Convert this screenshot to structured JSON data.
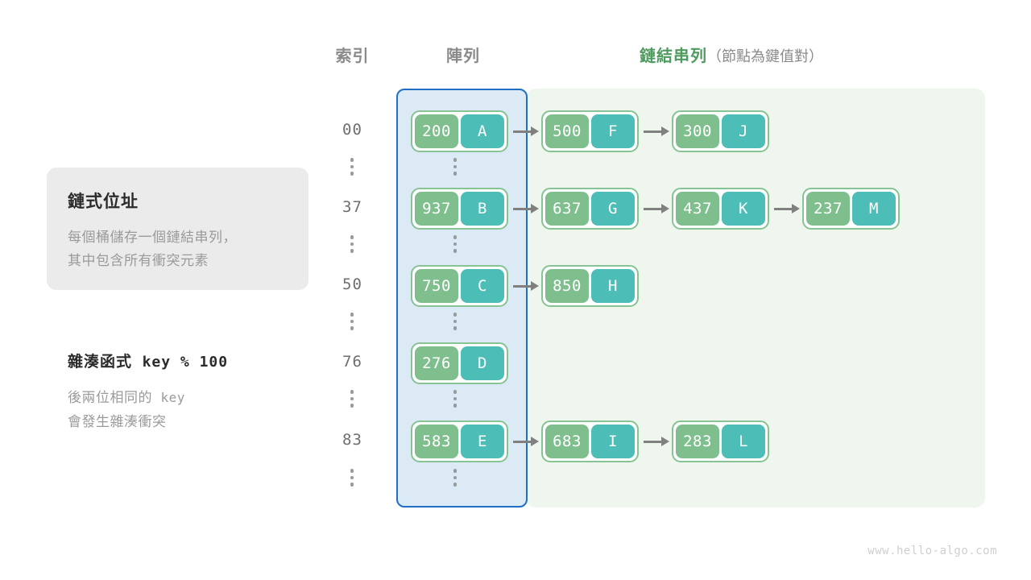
{
  "headers": {
    "index": "索引",
    "array": "陣列",
    "linked_list_main": "鏈結串列",
    "linked_list_sub": "（節點為鍵值對）"
  },
  "info_card": {
    "title": "鏈式位址",
    "line1": "每個桶儲存一個鏈結串列，",
    "line2": "其中包含所有衝突元素"
  },
  "hash_block": {
    "title_text": "雜湊函式",
    "title_code": "key % 100",
    "line1_text": "後兩位相同的",
    "line1_code": "key",
    "line2": "會發生雜湊衝突"
  },
  "colors": {
    "node_key_fill": "#7fbf8d",
    "node_value_fill": "#4cbdb7",
    "node_border": "#87c394",
    "array_panel_bg": "#dceaf6",
    "array_panel_border": "#1f6fc4",
    "list_panel_bg": "#eef6ee",
    "arrow": "#808080",
    "accent_green_text": "#4e9a5f",
    "muted_text": "#8a8a8a"
  },
  "buckets": [
    {
      "index": "00",
      "nodes": [
        {
          "key": "200",
          "value": "A"
        },
        {
          "key": "500",
          "value": "F"
        },
        {
          "key": "300",
          "value": "J"
        }
      ]
    },
    {
      "index": "37",
      "nodes": [
        {
          "key": "937",
          "value": "B"
        },
        {
          "key": "637",
          "value": "G"
        },
        {
          "key": "437",
          "value": "K"
        },
        {
          "key": "237",
          "value": "M"
        }
      ]
    },
    {
      "index": "50",
      "nodes": [
        {
          "key": "750",
          "value": "C"
        },
        {
          "key": "850",
          "value": "H"
        }
      ]
    },
    {
      "index": "76",
      "nodes": [
        {
          "key": "276",
          "value": "D"
        }
      ]
    },
    {
      "index": "83",
      "nodes": [
        {
          "key": "583",
          "value": "E"
        },
        {
          "key": "683",
          "value": "I"
        },
        {
          "key": "283",
          "value": "L"
        }
      ]
    }
  ],
  "watermark": "www.hello-algo.com"
}
